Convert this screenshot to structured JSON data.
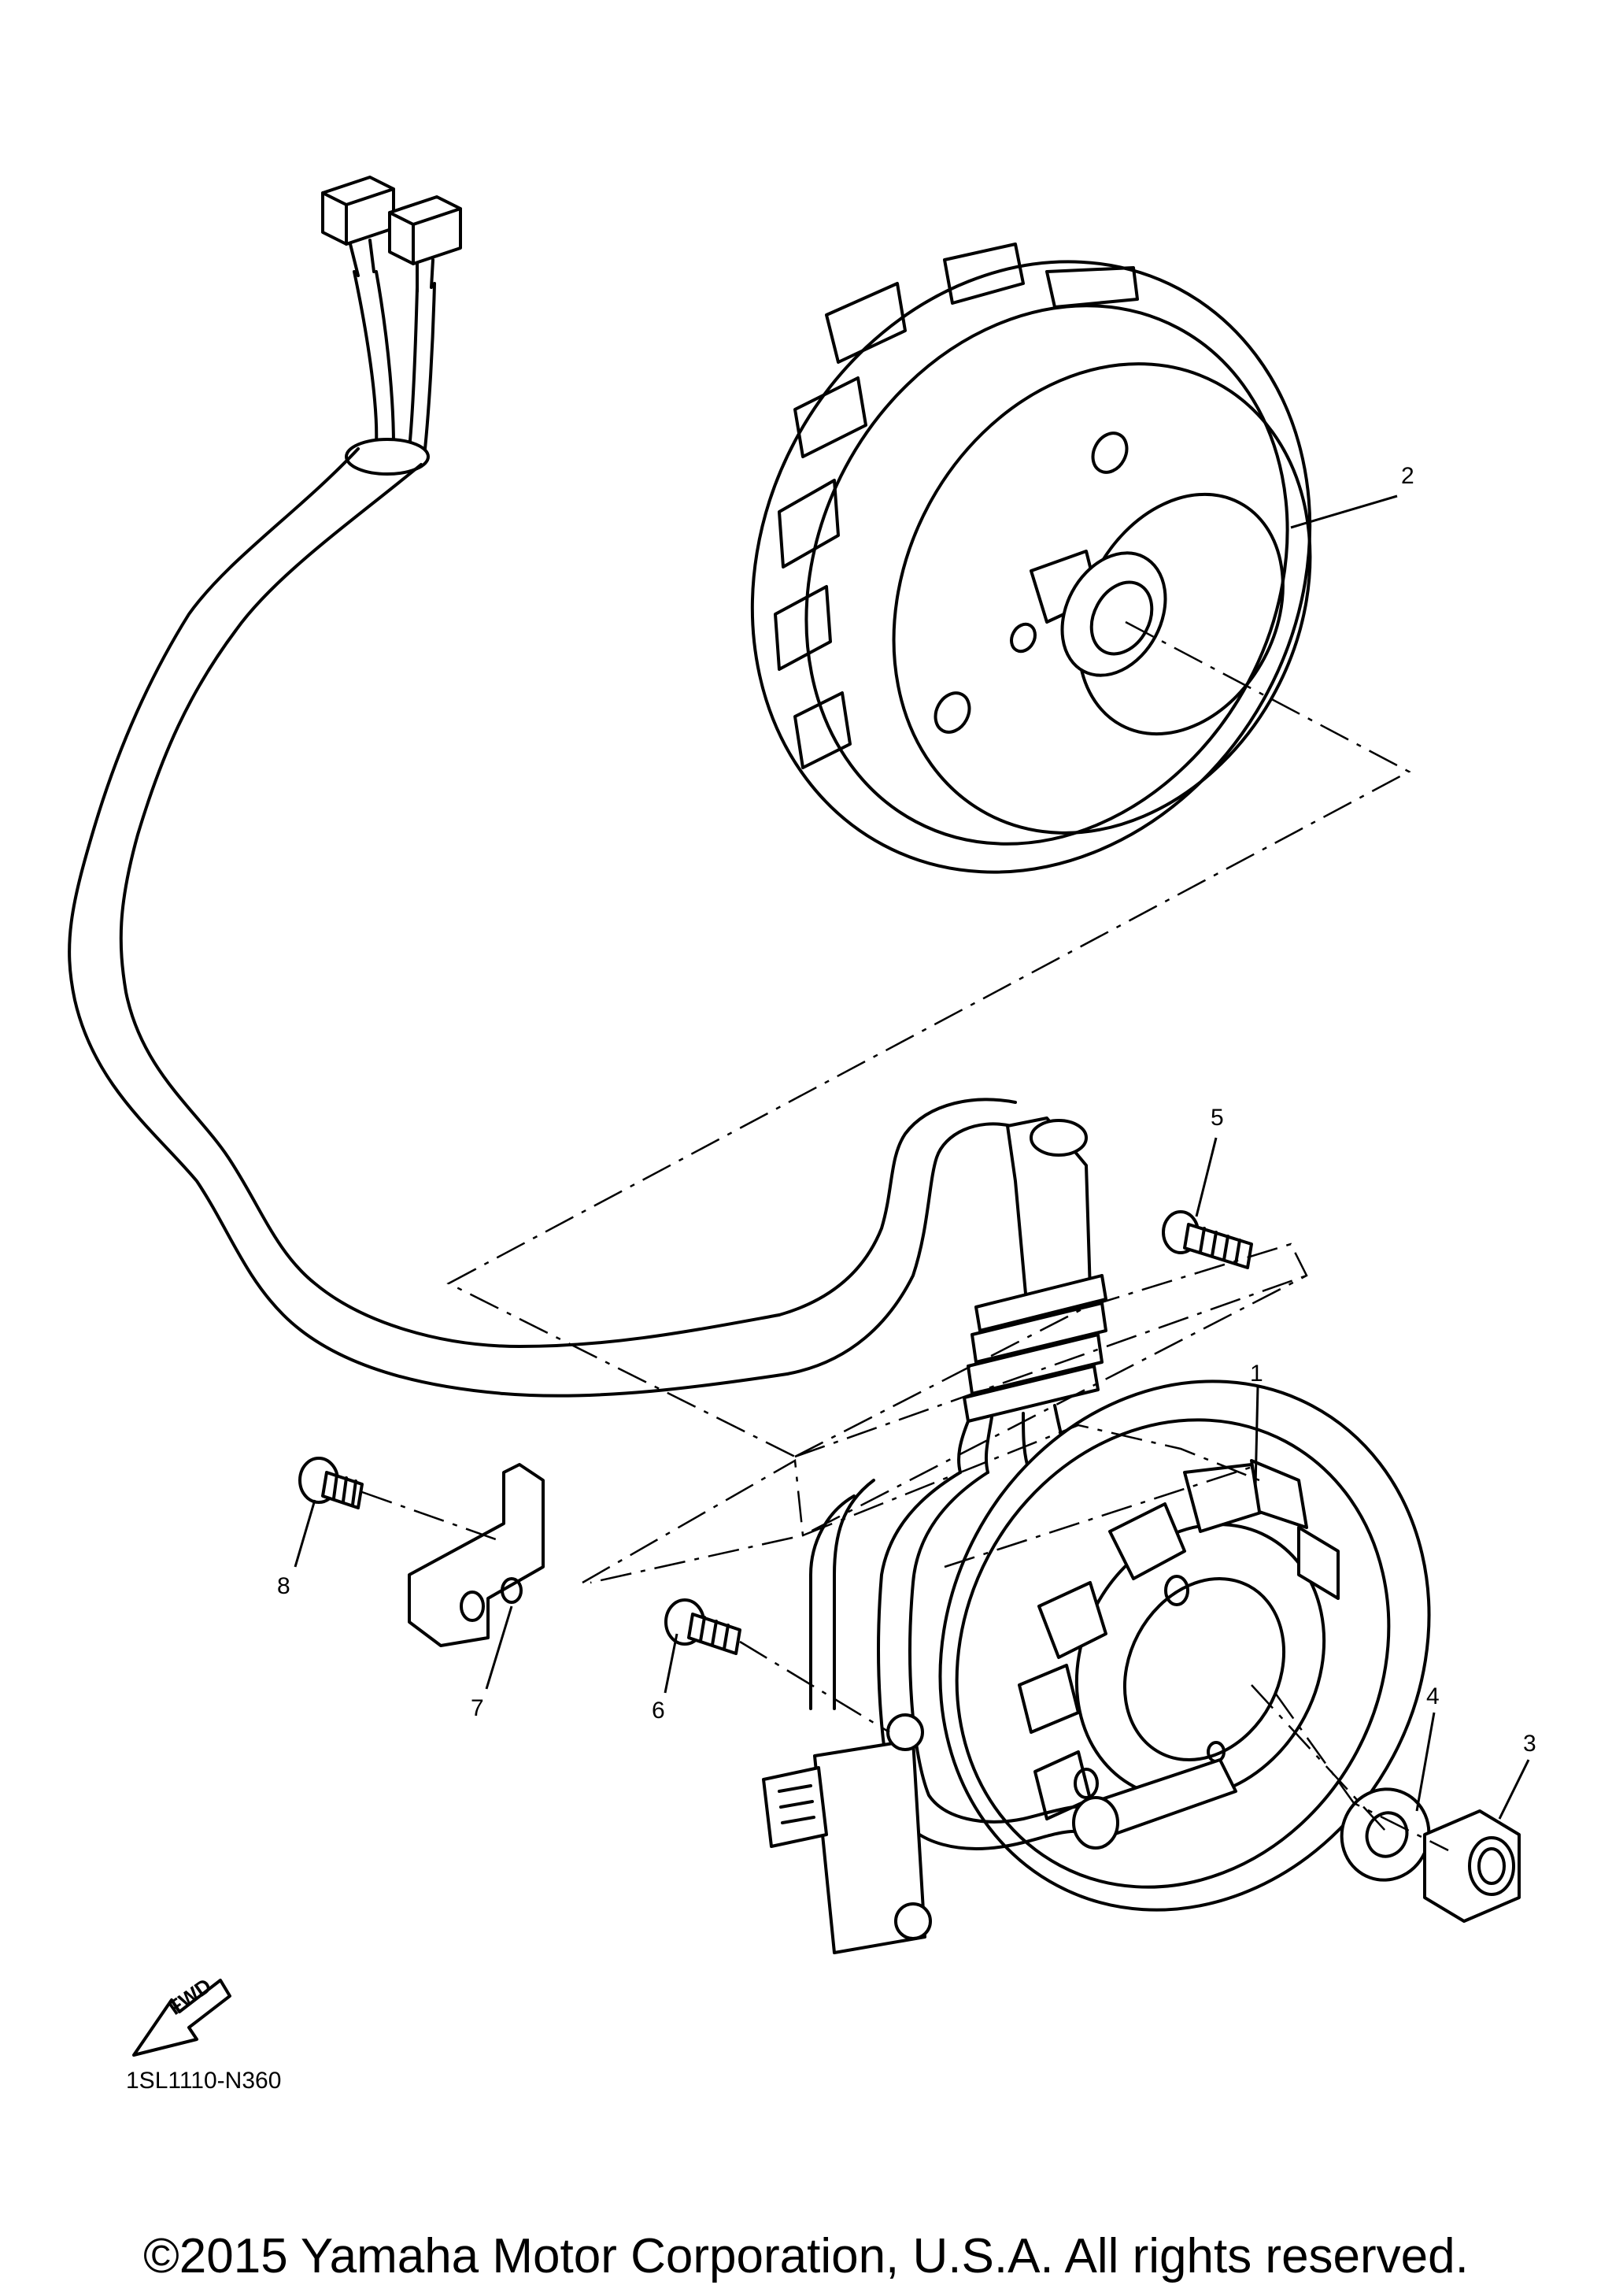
{
  "callouts": [
    "1",
    "2",
    "3",
    "4",
    "5",
    "6",
    "7",
    "8"
  ],
  "fwd_label": "FWD",
  "diagram_code": "1SL1110-N360",
  "copyright": "©2015 Yamaha Motor Corporation, U.S.A. All rights reserved."
}
